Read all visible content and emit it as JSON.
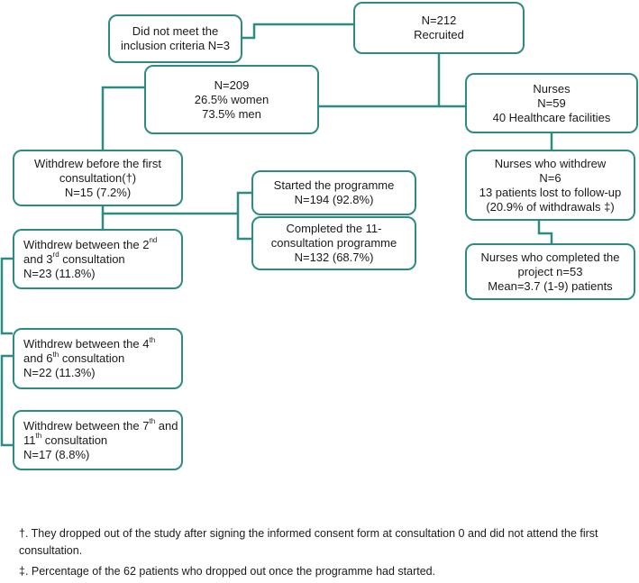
{
  "colors": {
    "connector": "#2e8b81",
    "box_border": "#2e8b81",
    "text": "#1a1a1a"
  },
  "boxes": {
    "not_met": {
      "line1": "Did not meet the",
      "line2": "inclusion criteria N=3"
    },
    "recruited": {
      "line1": "N=212",
      "line2": "Recruited"
    },
    "patients": {
      "line1": "N=209",
      "line2": "26.5% women",
      "line3": "73.5% men"
    },
    "nurses": {
      "line1": "Nurses",
      "line2": "N=59",
      "line3": "40 Healthcare facilities"
    },
    "withdrew_first": {
      "line1": "Withdrew before the first",
      "line2": "consultation(†)",
      "line3": "N=15 (7.2%)"
    },
    "started": {
      "line1": "Started the programme",
      "line2": "N=194 (92.8%)"
    },
    "completed": {
      "line1": "Completed the 11-",
      "line2": "consultation programme",
      "line3": "N=132 (68.7%)"
    },
    "nurses_withdrew": {
      "line1": "Nurses who withdrew",
      "line2": "N=6",
      "line3": "13 patients lost to follow-up",
      "line4": "(20.9% of withdrawals ‡)"
    },
    "nurses_completed": {
      "line1": "Nurses who completed the",
      "line2": "project n=53",
      "line3": "Mean=3.7 (1-9) patients"
    },
    "w2_3": {
      "a": "Withdrew between the 2",
      "sup1": "nd",
      "b": "and 3",
      "sup2": "rd",
      "c": " consultation",
      "line3": "N=23 (11.8%)"
    },
    "w4_6": {
      "a": "Withdrew between the 4",
      "sup1": "th",
      "b": "and 6",
      "sup2": "th",
      "c": " consultation",
      "line3": "N=22 (11.3%)"
    },
    "w7_11": {
      "a": "Withdrew between the 7",
      "sup1": "th",
      "a2": " and",
      "b": "11",
      "sup2": "th",
      "c": " consultation",
      "line3": "N=17 (8.8%)"
    }
  },
  "footnotes": {
    "dagger": "†. They dropped out of the study after signing the informed consent form at consultation 0 and did not attend the first consultation.",
    "double_dagger": "‡. Percentage of the 62 patients who dropped out once the programme had started."
  }
}
